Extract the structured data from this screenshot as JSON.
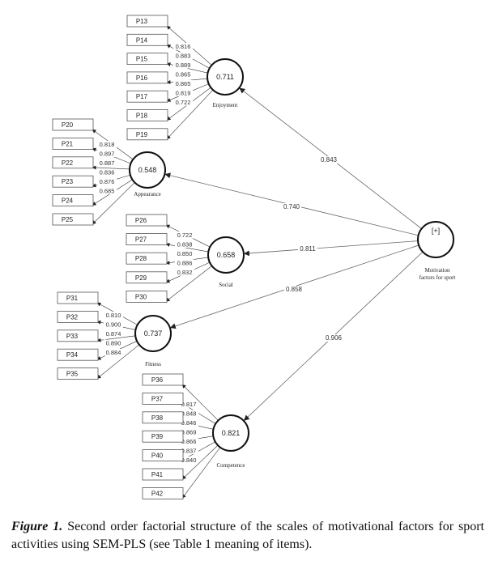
{
  "second_order": {
    "label": "[+]",
    "name_line1": "Motivation",
    "name_line2": "factors for sport"
  },
  "constructs": [
    {
      "id": "enjoyment",
      "name": "Enjoyment",
      "r2": "0.711",
      "path": "0.843",
      "items": [
        "P13",
        "P14",
        "P15",
        "P16",
        "P17",
        "P18",
        "P19"
      ],
      "loadings": [
        "0.816",
        "0.883",
        "0.889",
        "0.865",
        "0.865",
        "0.819",
        "0.722"
      ]
    },
    {
      "id": "appearance",
      "name": "Appearance",
      "r2": "0.548",
      "path": "0.740",
      "items": [
        "P20",
        "P21",
        "P22",
        "P23",
        "P24",
        "P25"
      ],
      "loadings": [
        "0.818",
        "0.897",
        "0.887",
        "0.836",
        "0.876",
        "0.685"
      ]
    },
    {
      "id": "social",
      "name": "Social",
      "r2": "0.658",
      "path": "0.811",
      "items": [
        "P26",
        "P27",
        "P28",
        "P29",
        "P30"
      ],
      "loadings": [
        "0.722",
        "0.838",
        "0.850",
        "0.886",
        "0.832"
      ]
    },
    {
      "id": "fitness",
      "name": "Fitness",
      "r2": "0.737",
      "path": "0.858",
      "items": [
        "P31",
        "P32",
        "P33",
        "P34",
        "P35"
      ],
      "loadings": [
        "0.810",
        "0.900",
        "0.874",
        "0.890",
        "0.884"
      ]
    },
    {
      "id": "competence",
      "name": "Competence",
      "r2": "0.821",
      "path": "0.906",
      "items": [
        "P36",
        "P37",
        "P38",
        "P39",
        "P40",
        "P41",
        "P42"
      ],
      "loadings": [
        "0.817",
        "0.848",
        "0.846",
        "0.869",
        "0.866",
        "0.837",
        "0.840"
      ]
    }
  ],
  "caption": {
    "label": "Figure 1.",
    "text": " Second order factorial structure of the scales of motivational factors for sport activities using SEM-PLS (see Table 1 meaning of items)."
  }
}
